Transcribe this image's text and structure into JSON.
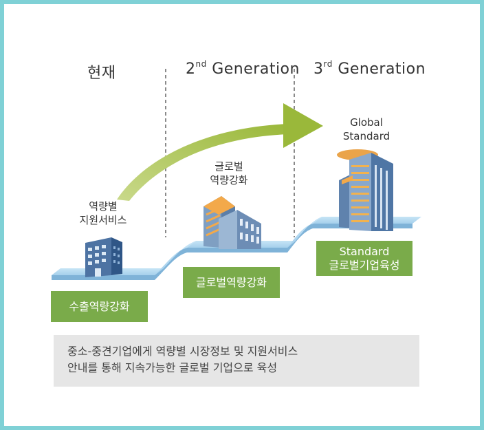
{
  "headers": {
    "current": "현재",
    "gen2_num": "2",
    "gen2_sup": "nd",
    "gen2_rest": " Generation",
    "gen3_num": "3",
    "gen3_sup": "rd",
    "gen3_rest": " Generation"
  },
  "stages": [
    {
      "caption": "역량별\n지원서비스",
      "box": "수출역량강화"
    },
    {
      "caption": "글로벌\n역량강화",
      "box": "글로벌역량강화"
    },
    {
      "caption": "Global\nStandard",
      "box": "Standard\n글로벌기업육성"
    }
  ],
  "note": {
    "line1": "중소-중견기업에게 역량별 시장정보 및 지원서비스",
    "line2": "안내를 통해 지속가능한 글로벌 기업으로 육성"
  },
  "colors": {
    "frame": "#7fd1d6",
    "stair": "#a9d3ee",
    "arrow": "#a2bd3e",
    "box": "#7aab4a",
    "note_bg": "#e6e6e6"
  }
}
